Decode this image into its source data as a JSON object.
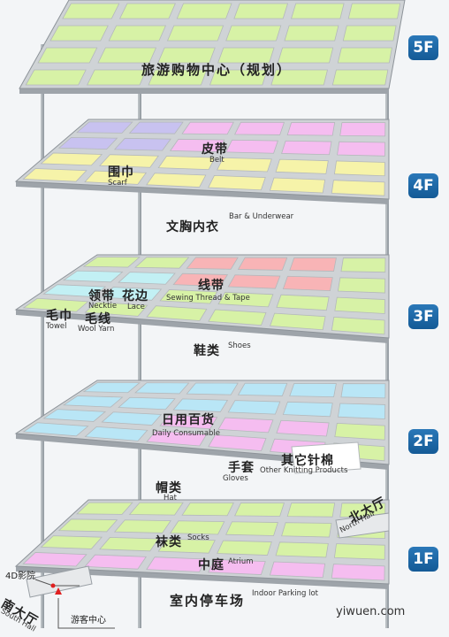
{
  "floors": {
    "f5": {
      "badge": "5F",
      "zone": "旅游购物中心（规划）"
    },
    "f4": {
      "badge": "4F",
      "belt_zh": "皮带",
      "belt_en": "Belt",
      "scarf_zh": "围巾",
      "scarf_en": "Scarf",
      "bra_zh": "文胸内衣",
      "bra_en": "Bar & Underwear"
    },
    "f3": {
      "badge": "3F",
      "towel_zh": "毛巾",
      "towel_en": "Towel",
      "necktie_zh": "领带",
      "necktie_en": "Necktie",
      "yarn_zh": "毛线",
      "yarn_en": "Wool Yarn",
      "lace_zh": "花边",
      "lace_en": "Lace",
      "thread_zh": "线带",
      "thread_en": "Sewing Thread & Tape",
      "shoes_zh": "鞋类",
      "shoes_en": "Shoes"
    },
    "f2": {
      "badge": "2F",
      "daily_zh": "日用百货",
      "daily_en": "Daily Consumable",
      "gloves_zh": "手套",
      "gloves_en": "Gloves",
      "knit_zh": "其它针棉",
      "knit_en": "Other Knitting Products",
      "hat_zh": "帽类",
      "hat_en": "Hat"
    },
    "f1": {
      "badge": "1F",
      "socks_zh": "袜类",
      "socks_en": "Socks",
      "atrium_zh": "中庭",
      "atrium_en": "Atrium",
      "parking_zh": "室内停车场",
      "parking_en": "Indoor Parking lot",
      "north_zh": "北大厅",
      "north_en": "North Hall",
      "south_zh": "南大厅",
      "south_en": "South Hall",
      "cinema": "4D影院",
      "visitor": "游客中心"
    }
  },
  "credit": "yiwuen.com",
  "colors": {
    "green": "#d7f2a6",
    "grey": "#cfd3d6",
    "purple": "#c8c2f0",
    "pink": "#f5bdf0",
    "yellow": "#f6f3a9",
    "red": "#f8b4b6",
    "cyan": "#c2f0f4",
    "blue": "#b9e6f6",
    "badge": "#1f6aa8"
  }
}
